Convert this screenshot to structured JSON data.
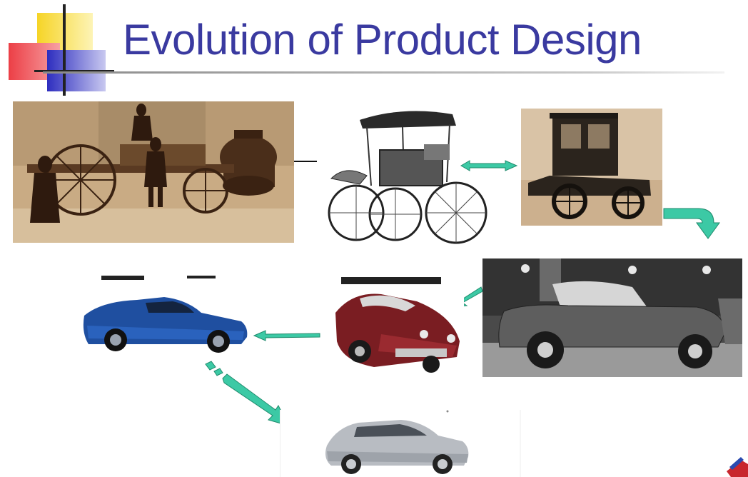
{
  "slide": {
    "title": "Evolution of Product Design"
  },
  "colors": {
    "title": "#3a3aa0",
    "arrow_green": "#3cc9a5",
    "deco_yellow": "#f6d426",
    "deco_red": "#ec3f46",
    "deco_blue": "#2d2dbf"
  },
  "pictures": [
    {
      "name": "steam-wagon-picture",
      "icon": "steam-wagon-engraving"
    },
    {
      "name": "horse-buggy-picture",
      "icon": "buggy-drawing"
    },
    {
      "name": "early-motor-car-picture",
      "icon": "early-automobile-photo"
    },
    {
      "name": "1940s-convertible-picture",
      "icon": "convertible-photo"
    },
    {
      "name": "red-classic-sports-car-picture",
      "icon": "red-sports-car"
    },
    {
      "name": "blue-sports-car-picture",
      "icon": "blue-sports-car"
    },
    {
      "name": "silver-hybrid-car-picture",
      "icon": "silver-hatchback"
    }
  ]
}
